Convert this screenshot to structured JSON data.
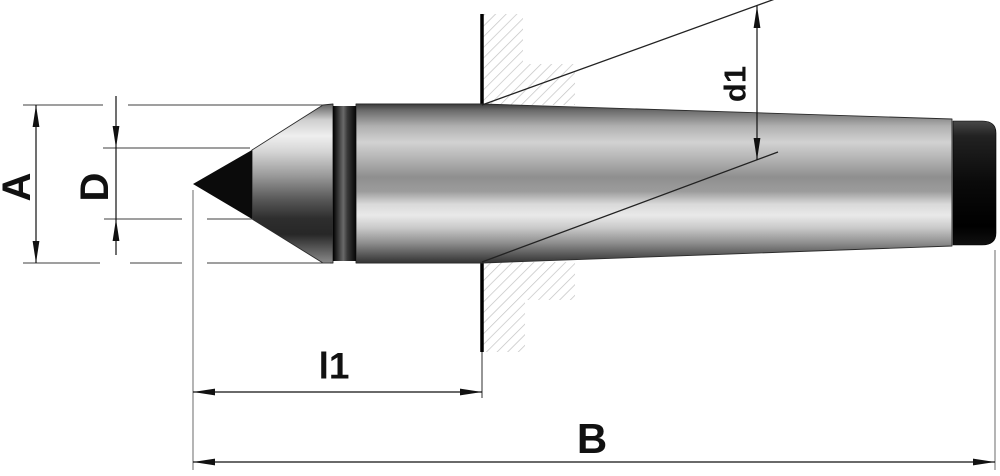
{
  "drawing": {
    "type": "technical-drawing",
    "subject": "dead center with carbide tip, side view with spindle socket section",
    "labels": {
      "a": "A",
      "d": "D",
      "d1": "d1",
      "l1": "l1",
      "b": "B"
    },
    "colors": {
      "background": "#ffffff",
      "dimension_line": "#111111",
      "extension_line": "#3f3f3f",
      "leader_line": "#787878",
      "face_line": "#000000",
      "hatch_line": "#c2c2c2",
      "tip_black": "#0b0b0b",
      "outline": "#2b2b2b"
    }
  }
}
